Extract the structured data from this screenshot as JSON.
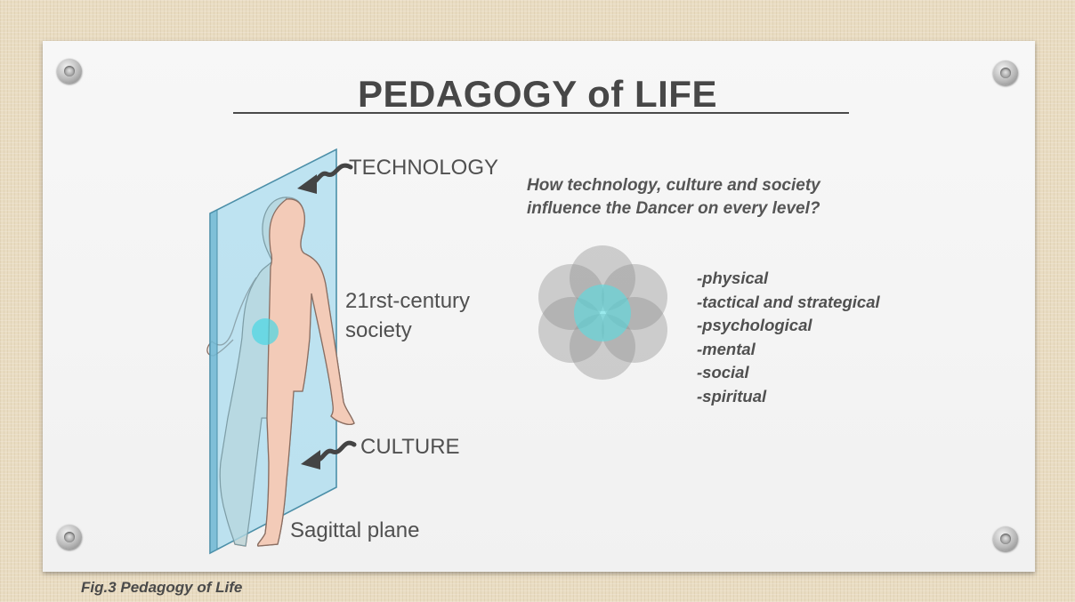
{
  "slide": {
    "title": "PEDAGOGY of LIFE",
    "caption": "Fig.3  Pedagogy of Life"
  },
  "figure": {
    "label_technology": "TECHNOLOGY",
    "label_society_line1": "21rst-century",
    "label_society_line2": "society",
    "label_culture": "CULTURE",
    "label_plane": "Sagittal plane"
  },
  "question": {
    "line1": "How technology, culture and society",
    "line2": "influence the Dancer on every level?"
  },
  "levels": [
    "-physical",
    "-tactical and strategical",
    "-psychological",
    "-mental",
    "-social",
    "-spiritual"
  ]
}
